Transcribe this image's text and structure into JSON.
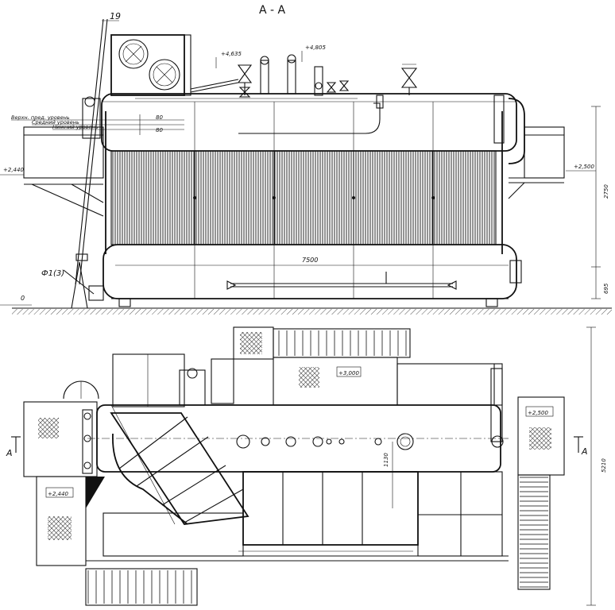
{
  "section_title": "А - А",
  "callout_number": "19",
  "level_labels": [
    "Верхн. пред. уровень",
    "Средний уровень",
    "Нижний уровень"
  ],
  "dim_80_a": "80",
  "dim_80_b": "80",
  "elevations": {
    "drum_top_left": "+4,635",
    "drum_top_right": "+4,805",
    "platform_left": "+2,440",
    "platform_right": "+2,500",
    "ground": "0",
    "plan_platform_top": "+3,000",
    "plan_platform_right": "+2,500",
    "plan_platform_left": "+2,440"
  },
  "dimensions": {
    "length": "7500",
    "height_upper": "2750",
    "height_lower": "695",
    "plan_depth": "5210",
    "plan_offset": "1130"
  },
  "part_label": "Ф1(3)",
  "section_marks": {
    "left": "А",
    "right": "А"
  }
}
